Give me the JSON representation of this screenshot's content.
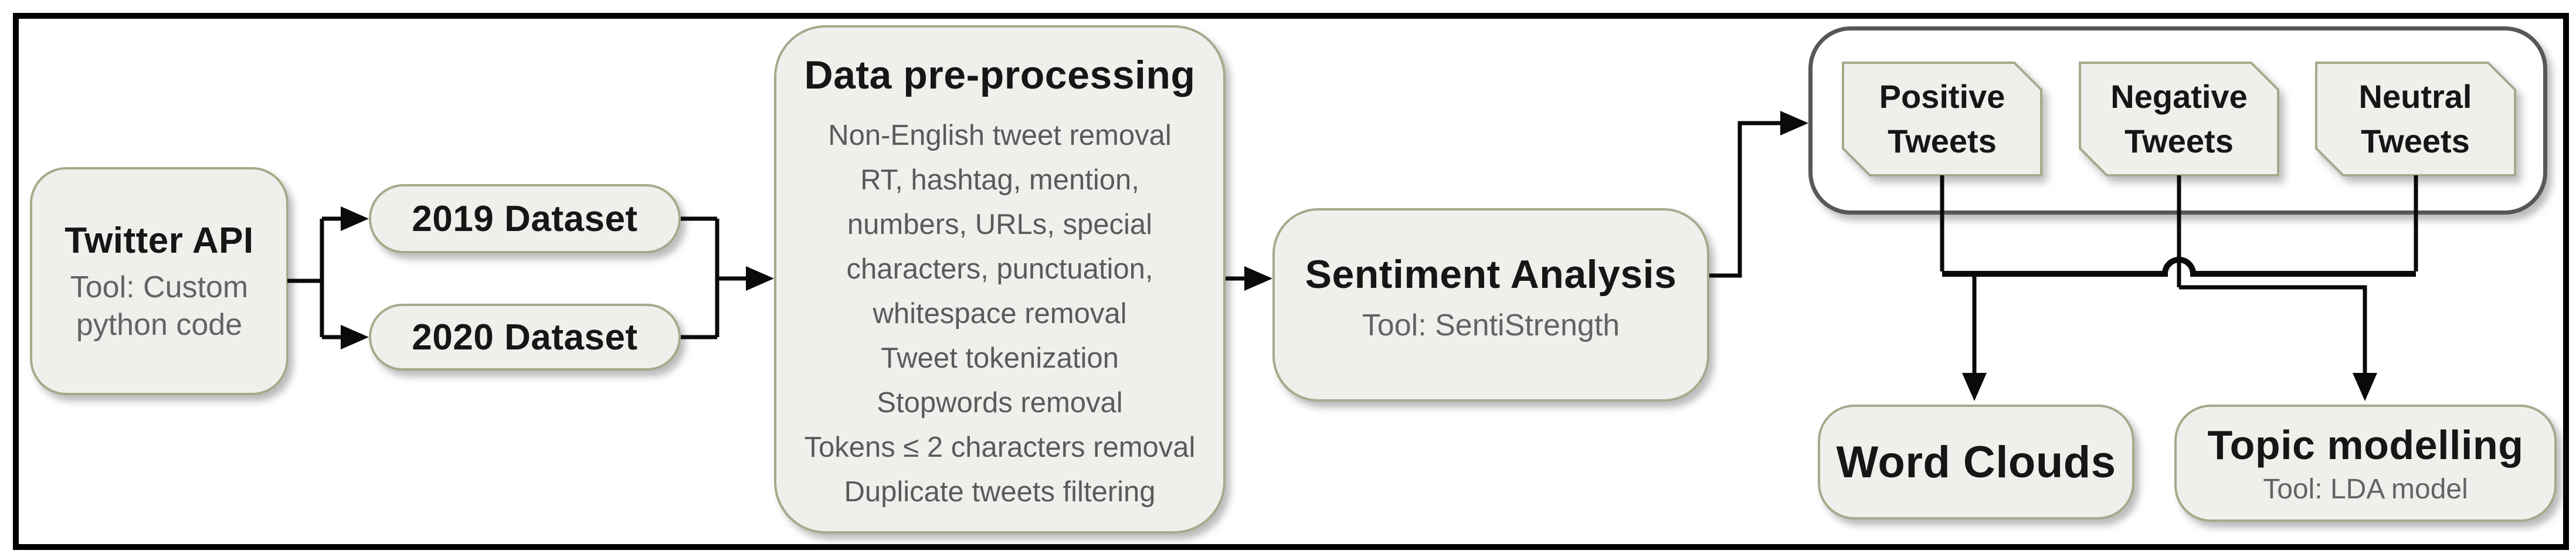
{
  "diagram": {
    "twitter_api": {
      "title": "Twitter API",
      "subtitle_lines": [
        "Tool: Custom",
        "python code"
      ]
    },
    "datasets": [
      {
        "label": "2019 Dataset"
      },
      {
        "label": "2020 Dataset"
      }
    ],
    "preprocessing": {
      "title": "Data pre-processing",
      "steps": [
        "Non-English tweet removal",
        "RT, hashtag, mention,",
        "numbers, URLs, special",
        "characters, punctuation,",
        "whitespace removal",
        "Tweet tokenization",
        "Stopwords removal",
        "Tokens ≤ 2 characters removal",
        "Duplicate tweets filtering"
      ]
    },
    "sentiment_analysis": {
      "title": "Sentiment Analysis",
      "subtitle": "Tool: SentiStrength"
    },
    "tweet_classes": [
      {
        "lines": [
          "Positive",
          "Tweets"
        ]
      },
      {
        "lines": [
          "Negative",
          "Tweets"
        ]
      },
      {
        "lines": [
          "Neutral",
          "Tweets"
        ]
      }
    ],
    "word_clouds": {
      "title": "Word Clouds"
    },
    "topic_modelling": {
      "title": "Topic modelling",
      "subtitle": "Tool: LDA model"
    },
    "colors": {
      "node_fill": "#eff0ec",
      "node_border": "#a6aa8b",
      "container_border": "#56575a",
      "connector": "#0a0a0a",
      "text": "#161616",
      "muted_text": "#636365",
      "frame": "#000000"
    }
  }
}
